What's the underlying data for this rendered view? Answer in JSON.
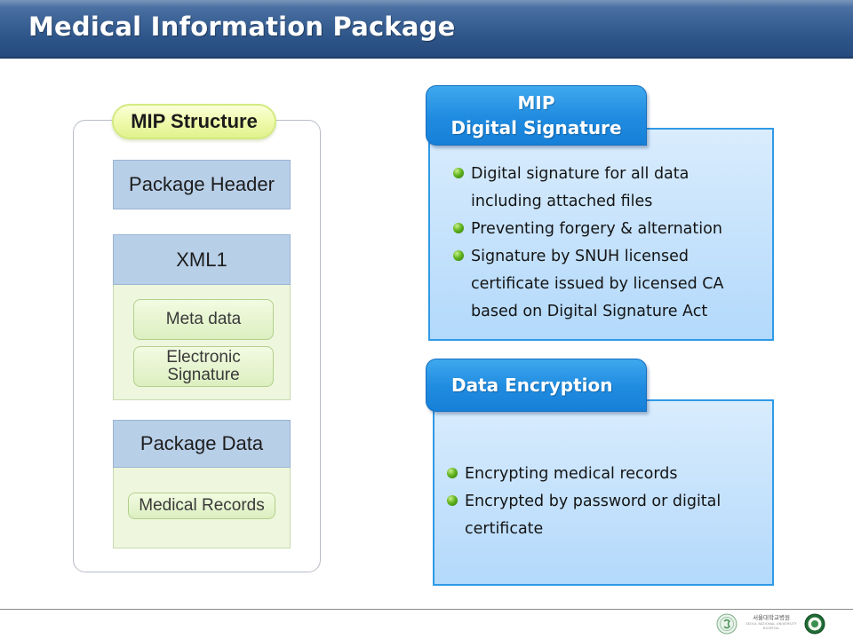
{
  "header": {
    "title": "Medical Information Package"
  },
  "structure": {
    "label": "MIP Structure",
    "package_header": "Package Header",
    "xml_label": "XML1",
    "meta_data": "Meta data",
    "electronic_signature": [
      "Electronic",
      "Signature"
    ],
    "package_data": "Package Data",
    "medical_records": "Medical Records"
  },
  "digital_signature": {
    "tab_lines": [
      "MIP",
      "Digital Signature"
    ],
    "bullets": [
      [
        "Digital signature for all data",
        "including attached files"
      ],
      [
        "Preventing forgery & alternation"
      ],
      [
        "Signature by SNUH licensed",
        "certificate issued by licensed CA",
        "based on Digital Signature Act"
      ]
    ]
  },
  "data_encryption": {
    "tab_label": "Data Encryption",
    "bullets": [
      [
        "Encrypting medical records"
      ],
      [
        "Encrypted by password or digital",
        "certificate"
      ]
    ]
  },
  "footer": {
    "logo_left_icon": "snuh-emblem-icon",
    "logo_right_icon": "snuh-seal-icon",
    "hospital_name": "서울대학교병원",
    "hospital_name_en": "SEOUL NATIONAL UNIVERSITY HOSPITAL"
  },
  "colors": {
    "title_bar": "#2d5488",
    "tab_blue": "#1f8be0",
    "panel_blue": "#b3d9fb",
    "header_box_blue": "#b8cfe8",
    "structure_green": "#eef6de",
    "pill_yellow": "#f1fbb0",
    "bullet_green": "#62b41e"
  }
}
